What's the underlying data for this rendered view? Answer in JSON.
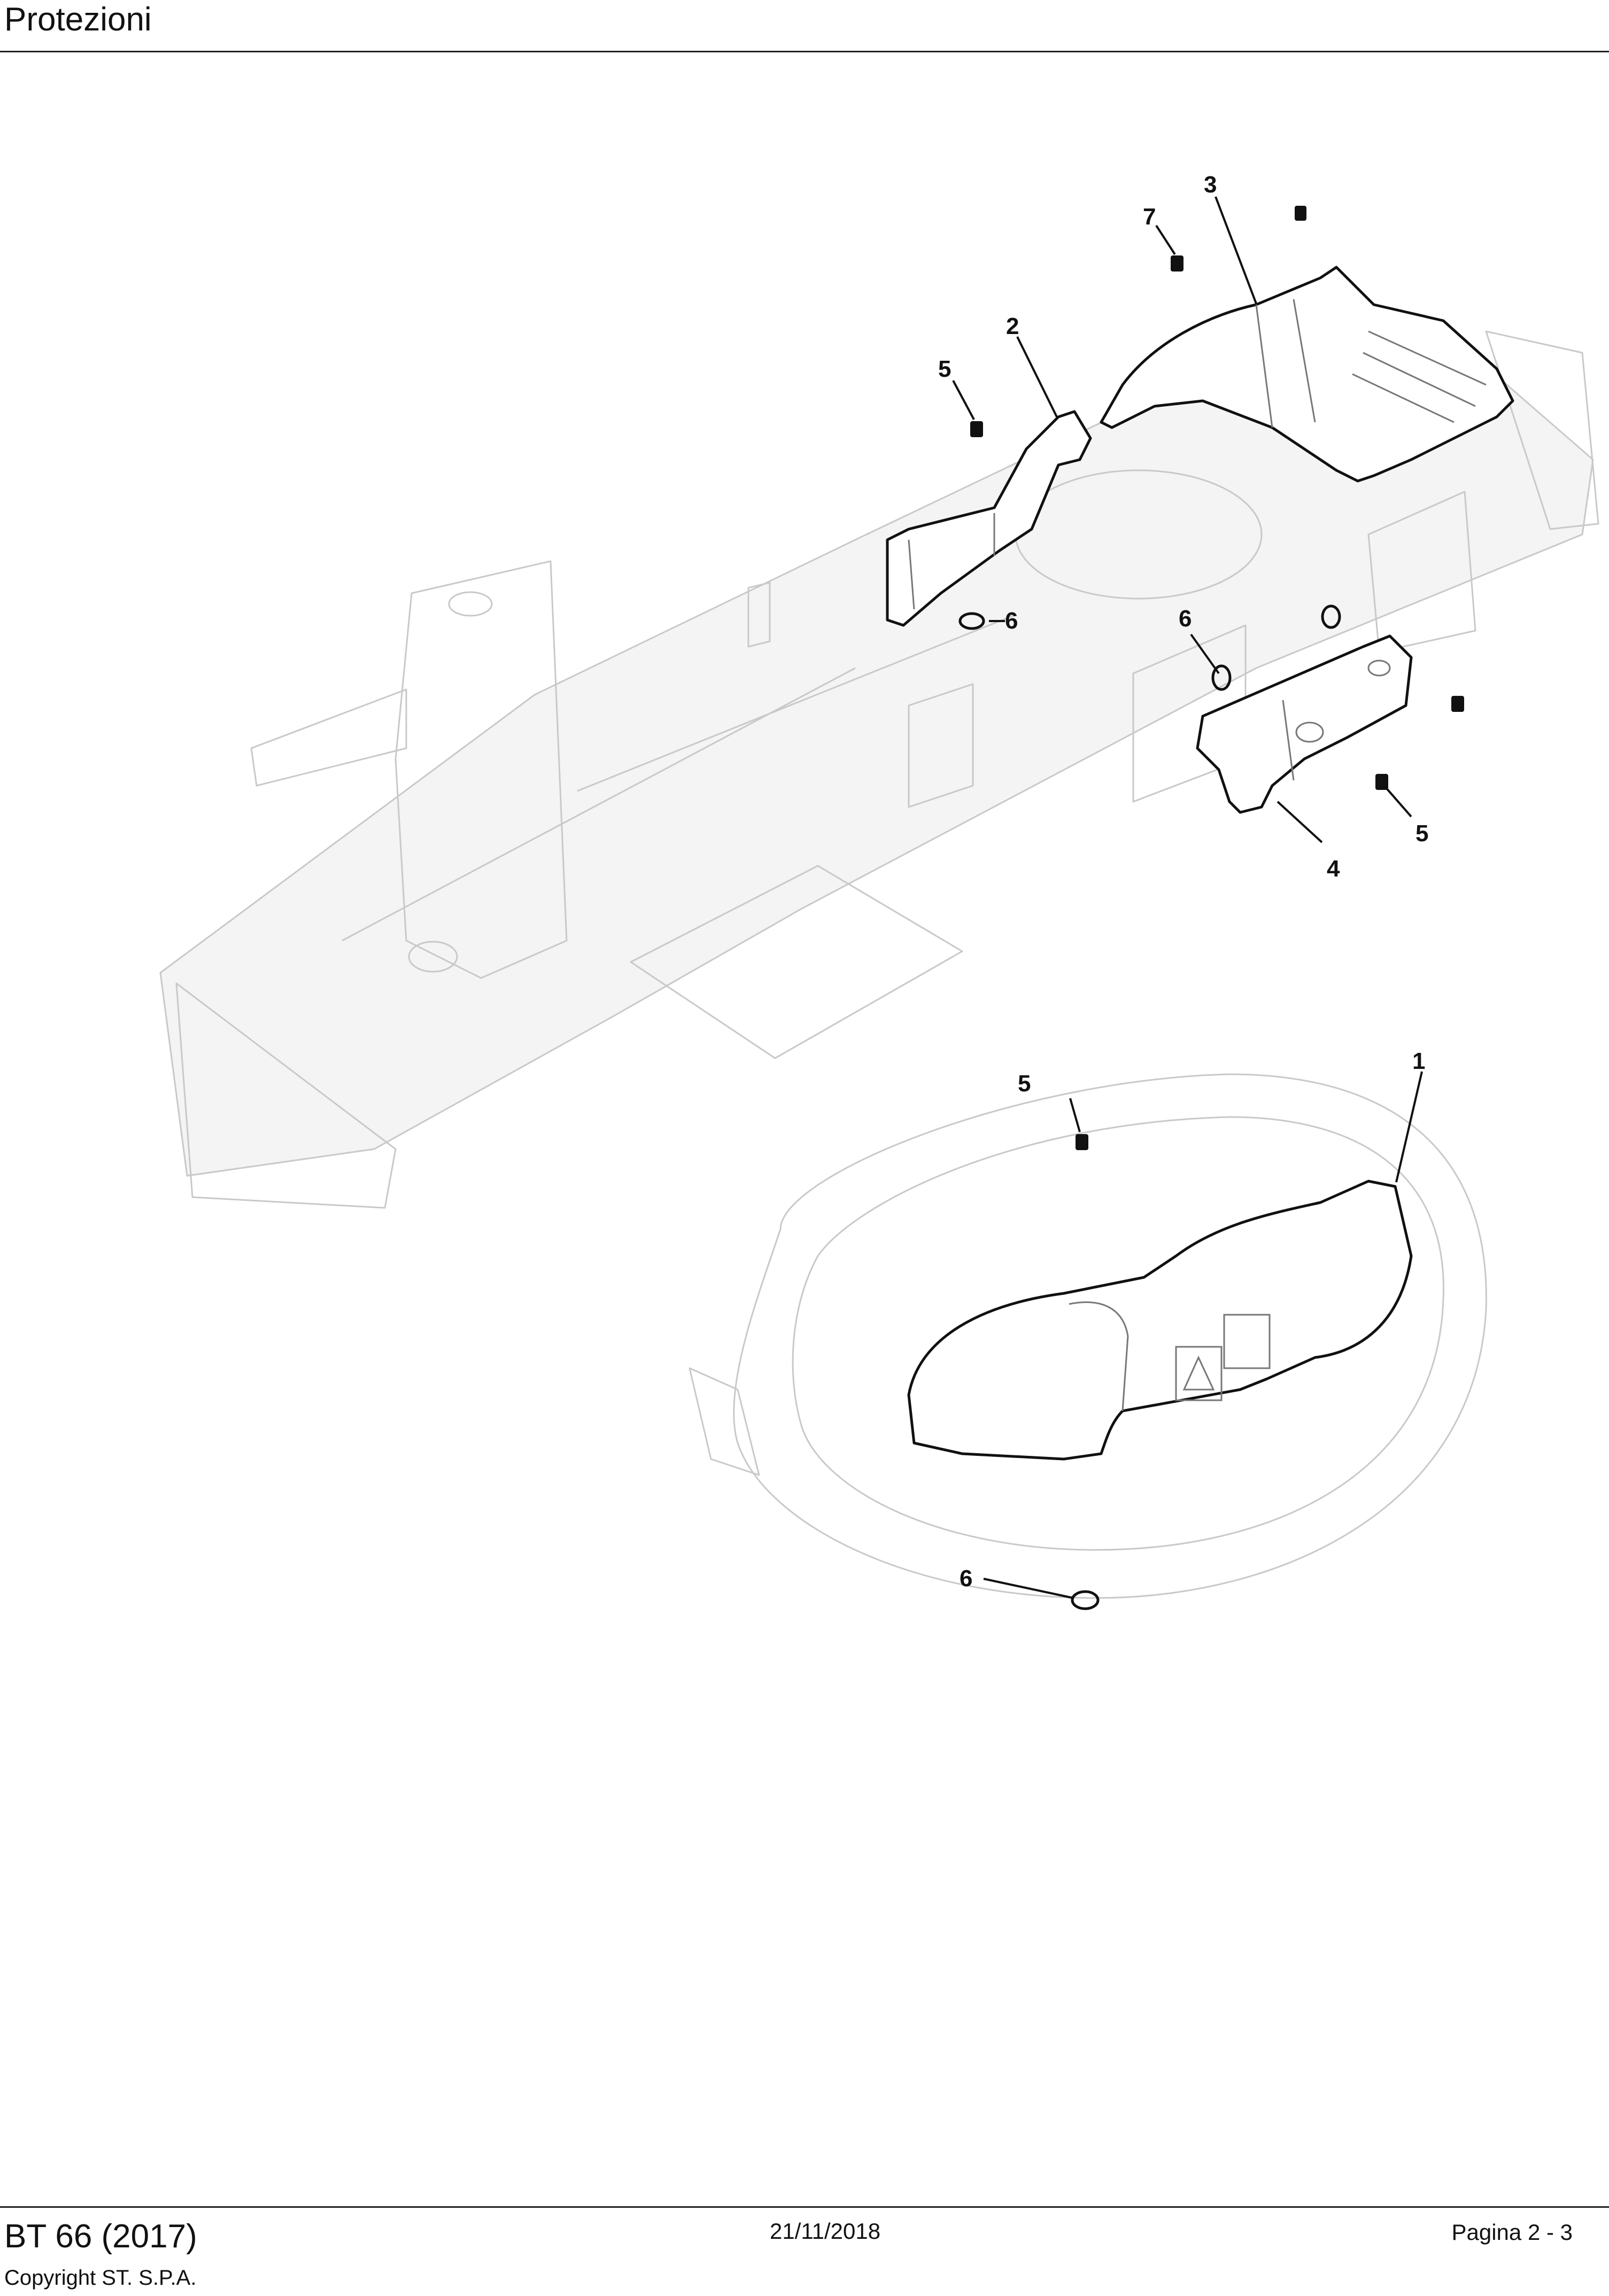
{
  "header": {
    "title": "Protezioni"
  },
  "callouts": [
    {
      "id": "c1",
      "label": "1"
    },
    {
      "id": "c2",
      "label": "2"
    },
    {
      "id": "c3",
      "label": "3"
    },
    {
      "id": "c4",
      "label": "4"
    },
    {
      "id": "c5a",
      "label": "5"
    },
    {
      "id": "c5b",
      "label": "5"
    },
    {
      "id": "c5c",
      "label": "5"
    },
    {
      "id": "c6a",
      "label": "6"
    },
    {
      "id": "c6b",
      "label": "6"
    },
    {
      "id": "c6c",
      "label": "6"
    },
    {
      "id": "c7",
      "label": "7"
    }
  ],
  "footer": {
    "model": "BT 66 (2017)",
    "copyright": "Copyright ST. S.P.A.",
    "date": "21/11/2018",
    "page": "Pagina 2 - 3"
  }
}
